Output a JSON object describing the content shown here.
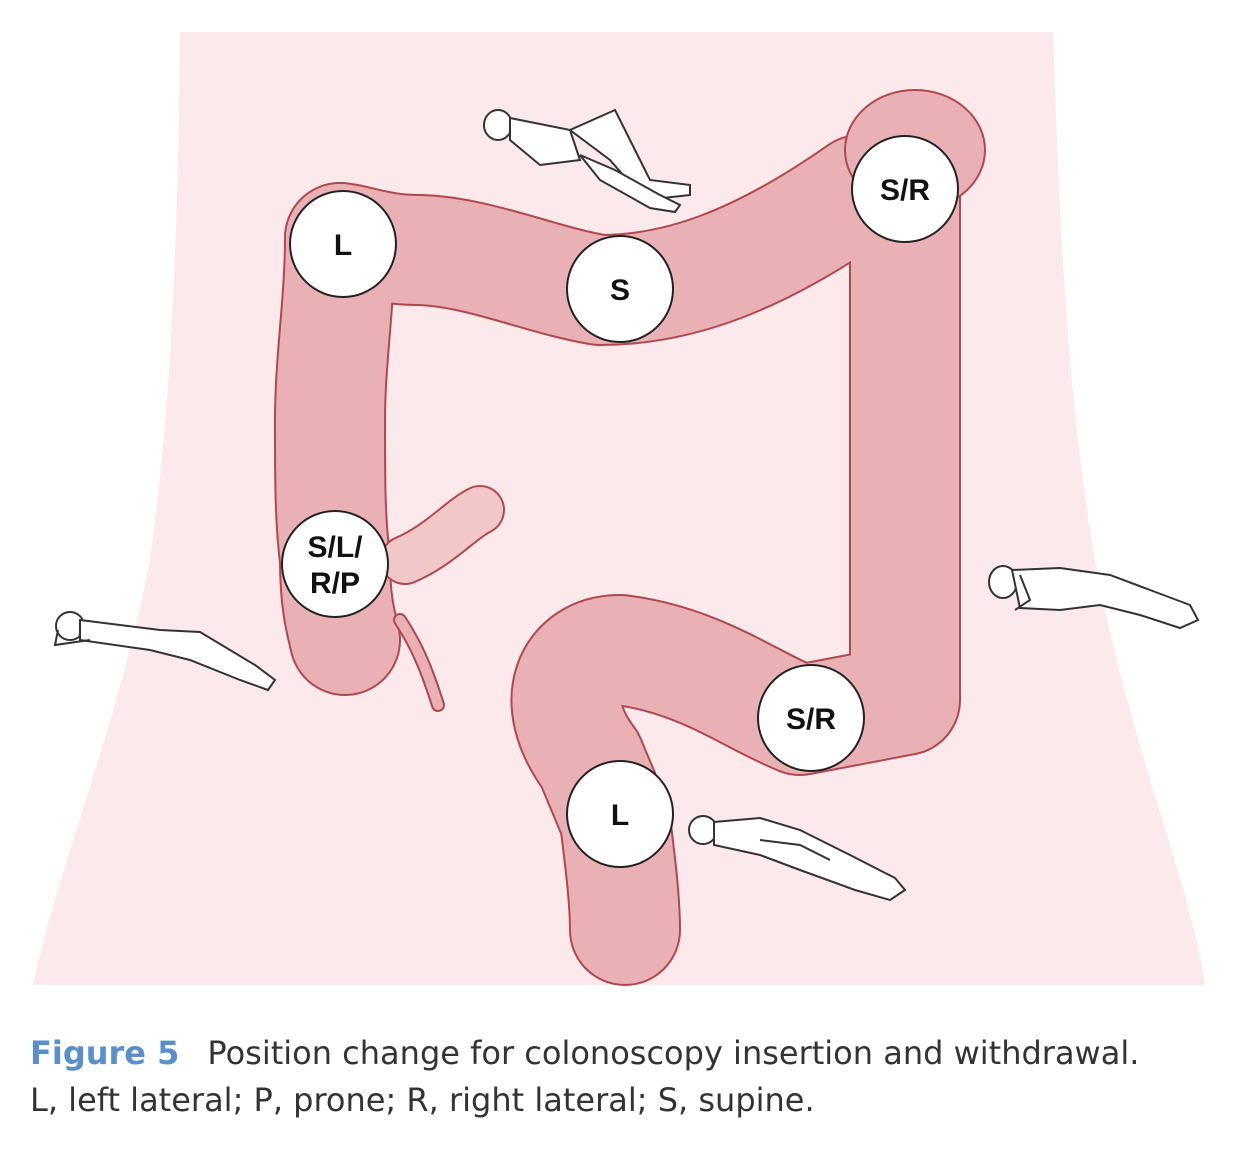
{
  "colors": {
    "torso": "#fbe9eb",
    "colon_fill": "#e9b1b5",
    "colon_stroke": "#b0484f",
    "marker_fill": "#ffffff",
    "caption_accent": "#5b8fc9"
  },
  "markers": {
    "hepatic_flexure": "L",
    "transverse": "S",
    "splenic_flexure": "S/R",
    "caecum_line1": "S/L/",
    "caecum_line2": "R/P",
    "descending_sigmoid": "S/R",
    "sigmoid": "L"
  },
  "figures": {
    "top": "supine-figure",
    "left": "prone-figure",
    "right": "right-lateral-figure",
    "bottom": "left-lateral-figure"
  },
  "caption": {
    "number": "Figure 5",
    "line1": "Position change for colonoscopy insertion and withdrawal.",
    "line2": "L, left lateral; P, prone; R, right lateral; S, supine."
  }
}
